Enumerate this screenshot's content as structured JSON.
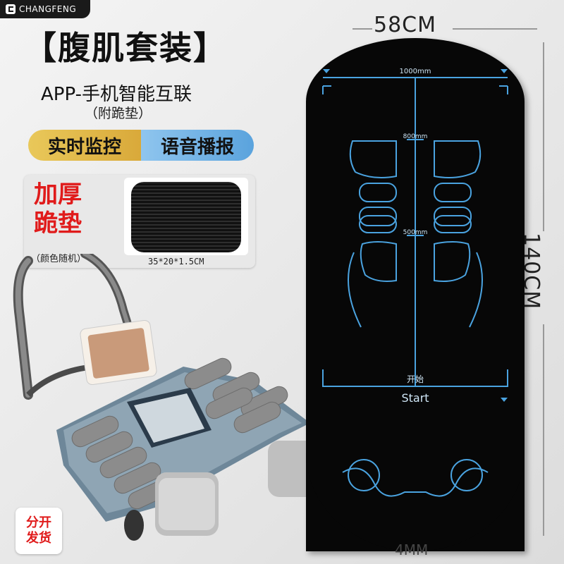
{
  "brand": {
    "name": "CHANGFENG"
  },
  "title": "【腹肌套装】",
  "subtitle": "APP-手机智能互联",
  "subtitle2": "（附跪垫）",
  "features": {
    "left": "实时监控",
    "right": "语音播报"
  },
  "kneepad": {
    "title_line1": "加厚",
    "title_line2": "跪垫",
    "note": "（颜色随机）",
    "size": "35*20*1.5CM"
  },
  "mat": {
    "width_label": "58CM",
    "length_label": "140CM",
    "thickness_label": "4MM",
    "marks": {
      "m1000": "1000mm",
      "m800": "800mm",
      "m500": "500mm",
      "start_cn": "开始",
      "start_en": "Start"
    },
    "line_color": "#4aa3e0"
  },
  "ship_badge": {
    "line1": "分开",
    "line2": "发货"
  },
  "colors": {
    "accent_red": "#e01b1b",
    "gold": "#d9a93a",
    "blue": "#5aa3dd"
  }
}
